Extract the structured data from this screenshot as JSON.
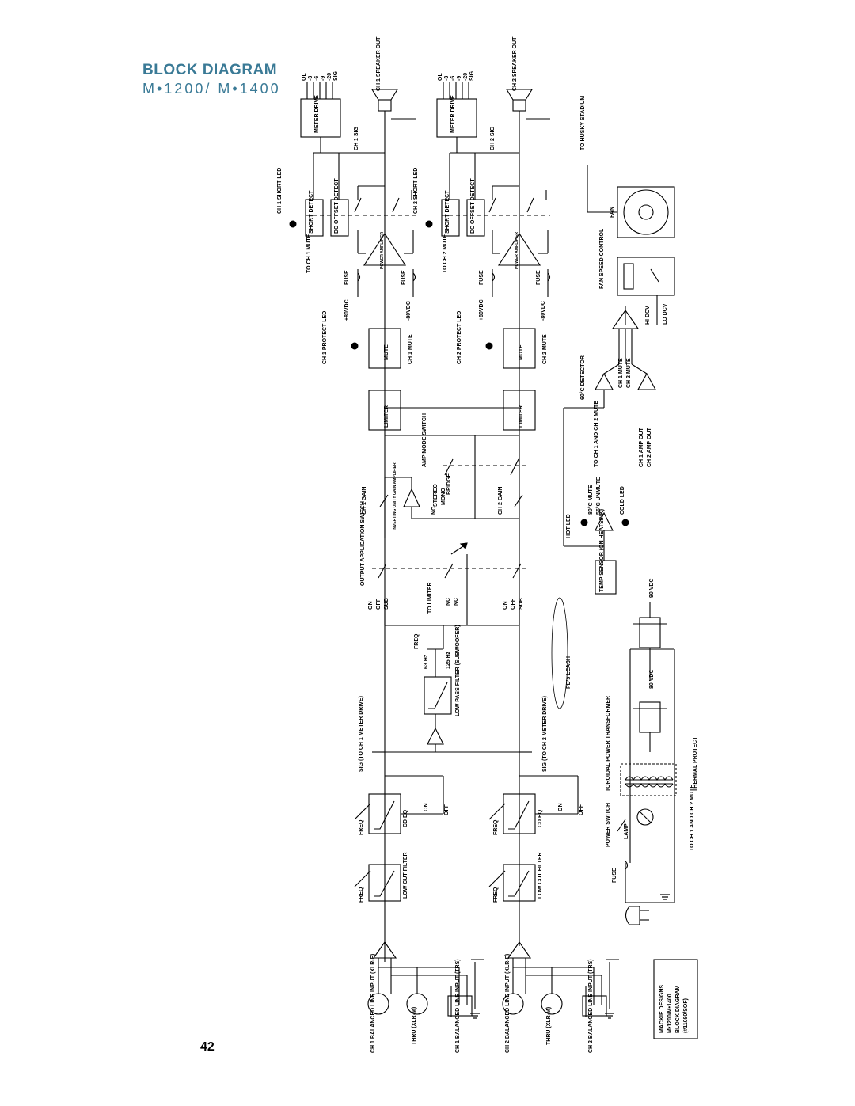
{
  "header": {
    "title": "BLOCK DIAGRAM",
    "subtitle": "M•1200/ M•1400"
  },
  "page_number": "42",
  "inputs": {
    "ch1_balanced_xlr": "CH 1 BALANCED LINE INPUT (XLR-F)",
    "ch1_thru": "THRU (XLR-M)",
    "ch1_balanced_trs": "CH 1 BALANCED LINE INPUT (TRS)",
    "ch2_balanced_xlr": "CH 2 BALANCED LINE INPUT (XLR-F)",
    "ch2_thru": "THRU (XLR-M)",
    "ch2_balanced_trs": "CH 2 BALANCED LINE INPUT (TRS)"
  },
  "filters": {
    "freq": "FREQ",
    "low_cut": "LOW CUT FILTER",
    "cd_eq": "CD EQ",
    "on": "ON",
    "off": "OFF",
    "sig_ch1": "SIG (TO CH 1 METER DRIVE)",
    "sig_ch2": "SIG (TO CH 2 METER DRIVE)",
    "low_pass": "LOW PASS FILTER (SUBWOOFER)",
    "hz63": "63 Hz",
    "hz125": "125 Hz",
    "leash": "PD's LEASH"
  },
  "switches": {
    "output_app": "OUTPUT APPLICATION SWITCH",
    "on": "ON",
    "off": "OFF",
    "sub": "SUB",
    "to_limiter": "TO LIMITER",
    "nc": "NC",
    "ch1_gain": "CH 1 GAIN",
    "ch2_gain": "CH 2 GAIN",
    "inverting": "INVERTING UNITY GAIN AMPLIFIER",
    "stereo": "STEREO",
    "mono": "MONO",
    "bridge": "BRIDGE",
    "nc2": "NC",
    "amp_mode": "AMP MODE SWITCH"
  },
  "amp_section": {
    "limiter": "LIMITER",
    "mute": "MUTE",
    "ch1_protect": "CH 1 PROTECT LED",
    "ch2_protect": "CH 2 PROTECT LED",
    "ch1_mute": "CH 1 MUTE",
    "ch2_mute": "CH 2 MUTE",
    "plus80": "+80VDC",
    "minus80": "-80VDC",
    "fuse": "FUSE",
    "power_amp": "POWER AMPLIFIER",
    "to_ch1_mute": "TO CH 1 MUTE",
    "to_ch2_mute": "TO CH 2 MUTE",
    "short_detect": "SHORT DETECT",
    "dc_offset": "DC OFFSET DETECT",
    "ch1_short_led": "CH 1 SHORT LED",
    "ch2_short_led": "CH 2 SHORT LED",
    "meter_drive": "METER DRIVE",
    "ch1_sig": "CH 1 SIG",
    "ch2_sig": "CH 2 SIG",
    "ch1_speaker": "CH 1 SPEAKER OUT",
    "ch2_speaker": "CH 2 SPEAKER OUT",
    "ol": "OL",
    "m3": "-3",
    "m6": "-6",
    "m9": "-9",
    "m20": "-20",
    "sig": "SIG"
  },
  "protection": {
    "hot_led": "HOT LED",
    "mute80": "80°C MUTE",
    "unmute55": "55°C UNMUTE",
    "cold_led": "COLD LED",
    "temp_sensor": "TEMP SENSOR (ON HEATSINK)",
    "to_ch1_ch2_mute": "TO CH 1 AND CH 2 MUTE",
    "detector60": "60°C DETECTOR",
    "ch1_mute": "CH 1 MUTE",
    "ch2_mute": "CH 2 MUTE",
    "ch1_amp_out": "CH 1 AMP OUT",
    "ch2_amp_out": "CH 2 AMP OUT",
    "hi_dcv": "HI DCV",
    "lo_dcv": "LO DCV",
    "fan_speed": "FAN SPEED CONTROL",
    "fan": "FAN",
    "to_husky": "TO HUSKY STADIUM"
  },
  "power": {
    "vdc90": "90 VDC",
    "vdc80": "80 VDC",
    "toroidal": "TOROIDAL POWER TRANSFORMER",
    "thermal": "THERMAL PROTECT",
    "to_ch_mute": "TO CH 1 AND CH 2 MUTE",
    "power_switch": "POWER SWITCH",
    "lamp": "LAMP",
    "fuse": "FUSE"
  },
  "credit": {
    "l1": "MACKIE DESIGNS",
    "l2": "M•1200/M•1400",
    "l3": "BLOCK DIAGRAM",
    "l4": "(#11080/SOF)"
  }
}
